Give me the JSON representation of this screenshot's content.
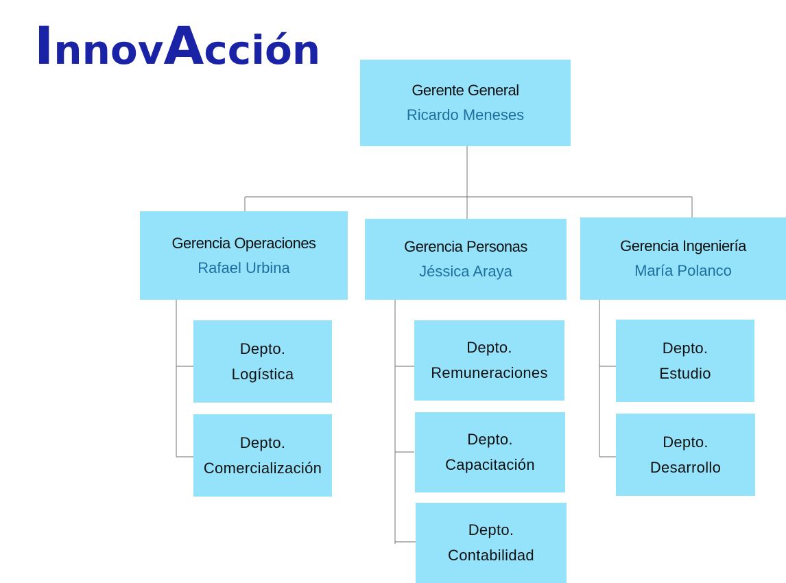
{
  "logo": {
    "part1_initial": "I",
    "part1_rest": "nnov",
    "part2_initial": "A",
    "part2_rest": "cción"
  },
  "general": {
    "title": "Gerente General",
    "name": "Ricardo Meneses"
  },
  "managers": [
    {
      "title": "Gerencia Operaciones",
      "name": "Rafael Urbina"
    },
    {
      "title": "Gerencia Personas",
      "name": "Jéssica Araya"
    },
    {
      "title": "Gerencia Ingeniería",
      "name": "María Polanco"
    }
  ],
  "departments": [
    {
      "line1": "Depto.",
      "line2": "Logística"
    },
    {
      "line1": "Depto.",
      "line2": "Comercialización"
    },
    {
      "line1": "Depto.",
      "line2": "Remuneraciones"
    },
    {
      "line1": "Depto.",
      "line2": "Capacitación"
    },
    {
      "line1": "Depto.",
      "line2": "Contabilidad"
    },
    {
      "line1": "Depto.",
      "line2": "Estudio"
    },
    {
      "line1": "Depto.",
      "line2": "Desarrollo"
    }
  ],
  "colors": {
    "box_fill": "#94e3fb",
    "logo": "#1a23a6",
    "person_name": "#1e6fa0",
    "connector": "#8a8a8a"
  }
}
